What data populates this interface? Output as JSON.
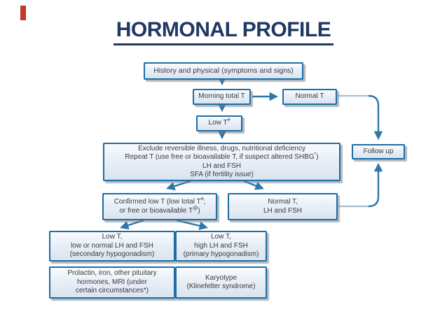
{
  "slide": {
    "title": "HORMONAL PROFILE",
    "accent_bar_color": "#c0392b",
    "title_color": "#1f3864"
  },
  "colors": {
    "box_border": "#1c6ea4",
    "box_fill_top": "#f9fbfe",
    "box_fill_bottom": "#d9e4f0",
    "arrow": "#2e77a8",
    "light_connector": "#a9bed3",
    "text": "#3a3a3a"
  },
  "flowchart": {
    "history": {
      "label": "History and physical (symptoms and signs)"
    },
    "morning_total_t": {
      "label": "Morning total T"
    },
    "normal_t": {
      "label": "Normal T"
    },
    "low_t": {
      "text": "Low T",
      "sup": "#"
    },
    "exclude": {
      "line1": "Exclude reversible illness, drugs, nutritional deficiency",
      "line2a": "Repeat T (use free or bioavailable T, if suspect altered SHBG",
      "line2sup": "*",
      "line2b": ")",
      "line3": "LH and FSH",
      "line4": "SFA (if fertility issue)"
    },
    "confirmed": {
      "line1a": "Confirmed low T (low total T",
      "line1sup": "#",
      "line1b": ";",
      "line2a": "or free or bioavailable T",
      "line2sup": "@",
      "line2b": ")"
    },
    "normal_t_lh": {
      "line1": "Normal T,",
      "line2": "LH and FSH"
    },
    "follow_up": {
      "label": "Follow up"
    },
    "secondary": {
      "line1": "Low T,",
      "line2": "low or normal LH and FSH",
      "line3": "(secondary hypogonadism)"
    },
    "primary": {
      "line1": "Low T,",
      "line2": "high LH and FSH",
      "line3": "(primary hypogonadism)"
    },
    "prolactin": {
      "line1": "Prolactin, iron, other pituitary",
      "line2": "hormones, MRI (under",
      "line3": "certain circumstances*)"
    },
    "karyotype": {
      "line1": "Karyotype",
      "line2": "(Klinefelter syndrome)"
    }
  }
}
